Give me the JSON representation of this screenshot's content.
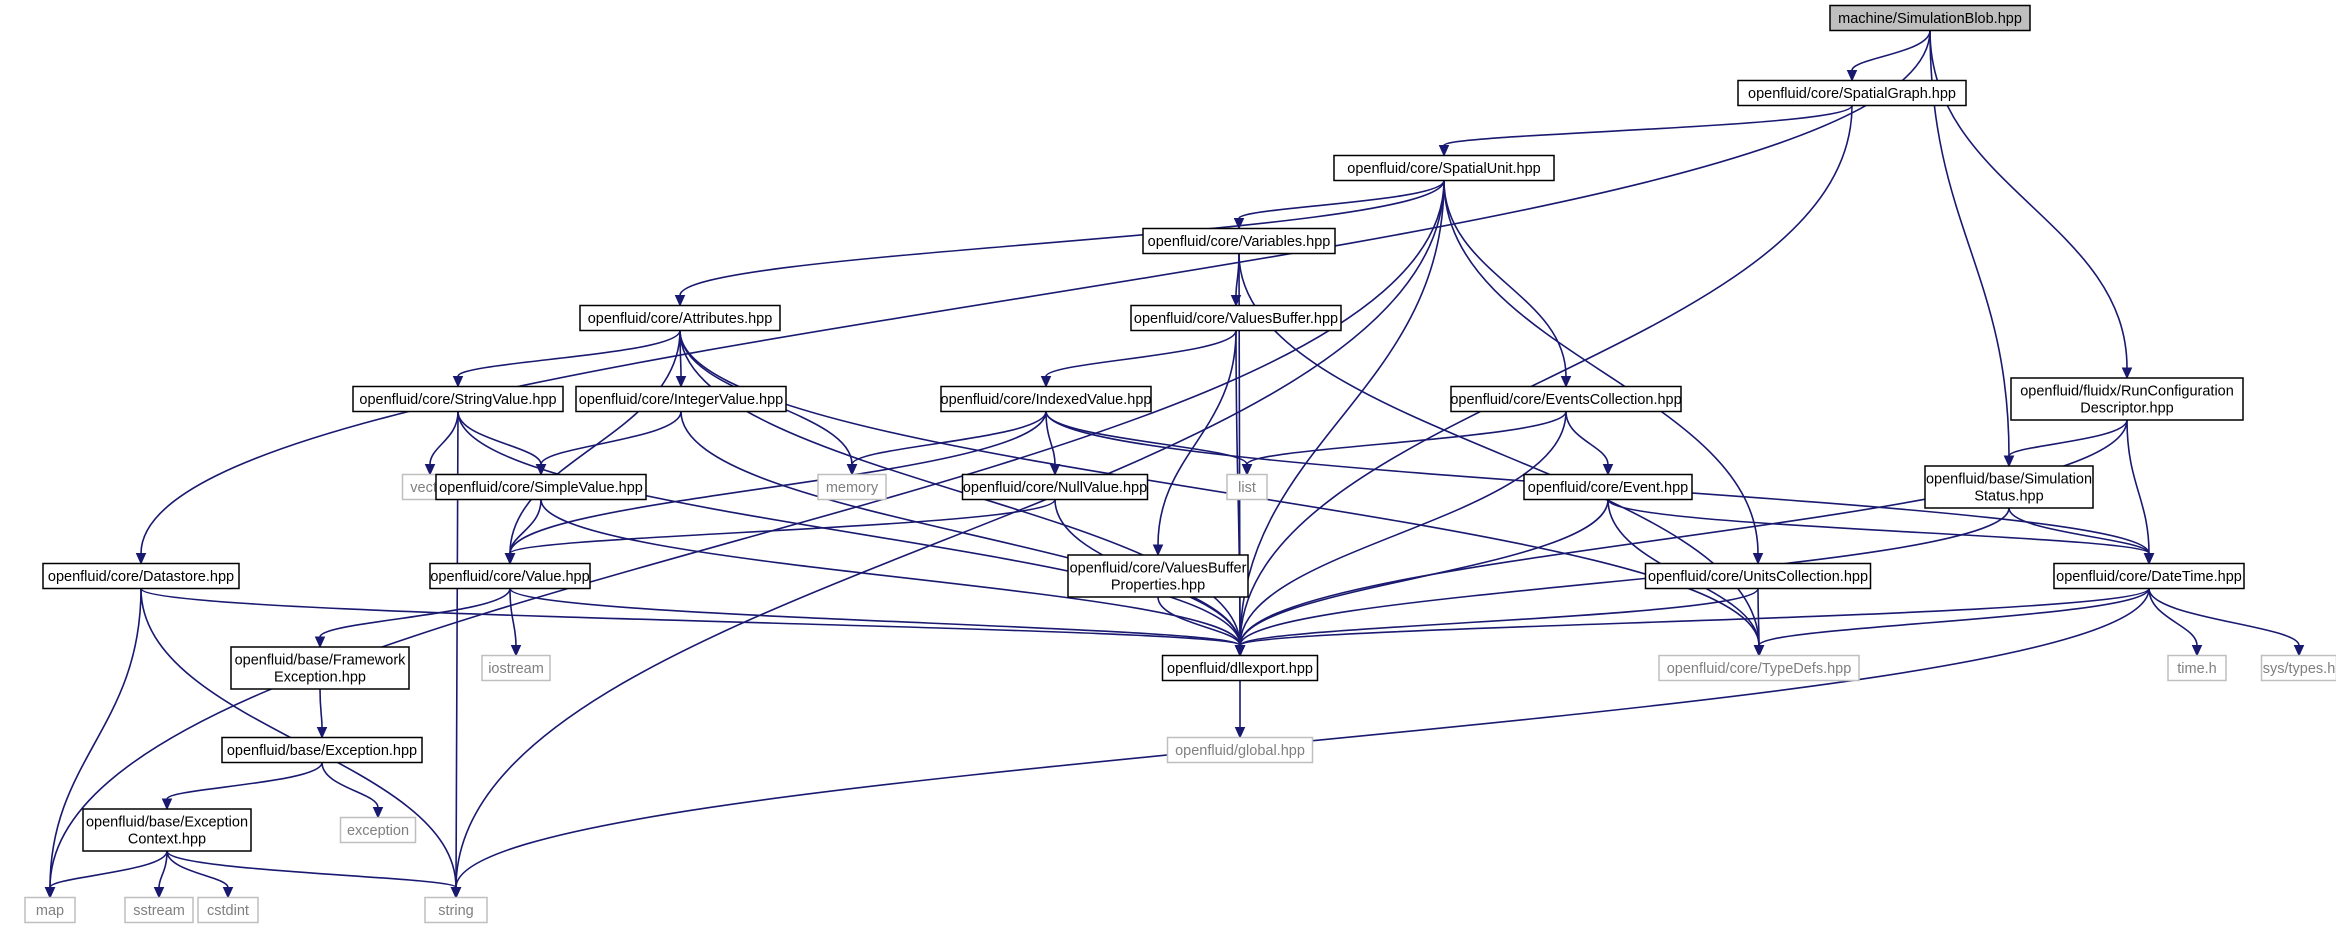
{
  "colors": {
    "edge": "#191970",
    "root_fill": "#bfbfbf",
    "local_border": "#000000",
    "system_border": "#bfbfbf",
    "system_text": "#808080"
  },
  "nodes": [
    {
      "id": "SimulationBlob",
      "lines": [
        "machine/SimulationBlob.hpp"
      ],
      "kind": "root"
    },
    {
      "id": "SpatialGraph",
      "lines": [
        "openfluid/core/SpatialGraph.hpp"
      ],
      "kind": "local"
    },
    {
      "id": "SpatialUnit",
      "lines": [
        "openfluid/core/SpatialUnit.hpp"
      ],
      "kind": "local"
    },
    {
      "id": "Variables",
      "lines": [
        "openfluid/core/Variables.hpp"
      ],
      "kind": "local"
    },
    {
      "id": "Attributes",
      "lines": [
        "openfluid/core/Attributes.hpp"
      ],
      "kind": "local"
    },
    {
      "id": "ValuesBuffer",
      "lines": [
        "openfluid/core/ValuesBuffer.hpp"
      ],
      "kind": "local"
    },
    {
      "id": "StringValue",
      "lines": [
        "openfluid/core/StringValue.hpp"
      ],
      "kind": "local"
    },
    {
      "id": "IntegerValue",
      "lines": [
        "openfluid/core/IntegerValue.hpp"
      ],
      "kind": "local"
    },
    {
      "id": "IndexedValue",
      "lines": [
        "openfluid/core/IndexedValue.hpp"
      ],
      "kind": "local"
    },
    {
      "id": "EventsCollection",
      "lines": [
        "openfluid/core/EventsCollection.hpp"
      ],
      "kind": "local"
    },
    {
      "id": "RunConfig",
      "lines": [
        "openfluid/fluidx/RunConfiguration",
        "Descriptor.hpp"
      ],
      "kind": "local"
    },
    {
      "id": "vector",
      "lines": [
        "vector"
      ],
      "kind": "system"
    },
    {
      "id": "SimpleValue",
      "lines": [
        "openfluid/core/SimpleValue.hpp"
      ],
      "kind": "local"
    },
    {
      "id": "memory",
      "lines": [
        "memory"
      ],
      "kind": "system"
    },
    {
      "id": "NullValue",
      "lines": [
        "openfluid/core/NullValue.hpp"
      ],
      "kind": "local"
    },
    {
      "id": "list",
      "lines": [
        "list"
      ],
      "kind": "system"
    },
    {
      "id": "Event",
      "lines": [
        "openfluid/core/Event.hpp"
      ],
      "kind": "local"
    },
    {
      "id": "SimulationStatus",
      "lines": [
        "openfluid/base/Simulation",
        "Status.hpp"
      ],
      "kind": "local"
    },
    {
      "id": "Datastore",
      "lines": [
        "openfluid/core/Datastore.hpp"
      ],
      "kind": "local"
    },
    {
      "id": "Value",
      "lines": [
        "openfluid/core/Value.hpp"
      ],
      "kind": "local"
    },
    {
      "id": "ValuesBufferProps",
      "lines": [
        "openfluid/core/ValuesBuffer",
        "Properties.hpp"
      ],
      "kind": "local"
    },
    {
      "id": "UnitsCollection",
      "lines": [
        "openfluid/core/UnitsCollection.hpp"
      ],
      "kind": "local"
    },
    {
      "id": "DateTime",
      "lines": [
        "openfluid/core/DateTime.hpp"
      ],
      "kind": "local"
    },
    {
      "id": "FrameworkException",
      "lines": [
        "openfluid/base/Framework",
        "Exception.hpp"
      ],
      "kind": "local"
    },
    {
      "id": "iostream",
      "lines": [
        "iostream"
      ],
      "kind": "system"
    },
    {
      "id": "dllexport",
      "lines": [
        "openfluid/dllexport.hpp"
      ],
      "kind": "local"
    },
    {
      "id": "TypeDefs",
      "lines": [
        "openfluid/core/TypeDefs.hpp"
      ],
      "kind": "system"
    },
    {
      "id": "timeh",
      "lines": [
        "time.h"
      ],
      "kind": "system"
    },
    {
      "id": "systypes",
      "lines": [
        "sys/types.h"
      ],
      "kind": "system"
    },
    {
      "id": "Exception",
      "lines": [
        "openfluid/base/Exception.hpp"
      ],
      "kind": "local"
    },
    {
      "id": "globalhpp",
      "lines": [
        "openfluid/global.hpp"
      ],
      "kind": "system"
    },
    {
      "id": "exception",
      "lines": [
        "exception"
      ],
      "kind": "system"
    },
    {
      "id": "ExceptionContext",
      "lines": [
        "openfluid/base/Exception",
        "Context.hpp"
      ],
      "kind": "local"
    },
    {
      "id": "map",
      "lines": [
        "map"
      ],
      "kind": "system"
    },
    {
      "id": "sstream",
      "lines": [
        "sstream"
      ],
      "kind": "system"
    },
    {
      "id": "cstdint",
      "lines": [
        "cstdint"
      ],
      "kind": "system"
    },
    {
      "id": "string",
      "lines": [
        "string"
      ],
      "kind": "system"
    }
  ],
  "edges": [
    [
      "SimulationBlob",
      "SpatialGraph"
    ],
    [
      "SimulationBlob",
      "Datastore"
    ],
    [
      "SimulationBlob",
      "SimulationStatus"
    ],
    [
      "SimulationBlob",
      "RunConfig"
    ],
    [
      "SpatialGraph",
      "SpatialUnit"
    ],
    [
      "SpatialGraph",
      "dllexport"
    ],
    [
      "SpatialUnit",
      "map"
    ],
    [
      "SpatialUnit",
      "Attributes"
    ],
    [
      "SpatialUnit",
      "Variables"
    ],
    [
      "SpatialUnit",
      "dllexport"
    ],
    [
      "SpatialUnit",
      "EventsCollection"
    ],
    [
      "SpatialUnit",
      "UnitsCollection"
    ],
    [
      "SpatialUnit",
      "string"
    ],
    [
      "Variables",
      "ValuesBuffer"
    ],
    [
      "Variables",
      "dllexport"
    ],
    [
      "Variables",
      "TypeDefs"
    ],
    [
      "Attributes",
      "StringValue"
    ],
    [
      "Attributes",
      "IntegerValue"
    ],
    [
      "Attributes",
      "memory"
    ],
    [
      "Attributes",
      "Value"
    ],
    [
      "Attributes",
      "dllexport"
    ],
    [
      "Attributes",
      "TypeDefs"
    ],
    [
      "ValuesBuffer",
      "IndexedValue"
    ],
    [
      "ValuesBuffer",
      "ValuesBufferProps"
    ],
    [
      "ValuesBuffer",
      "dllexport"
    ],
    [
      "StringValue",
      "vector"
    ],
    [
      "StringValue",
      "SimpleValue"
    ],
    [
      "StringValue",
      "string"
    ],
    [
      "StringValue",
      "dllexport"
    ],
    [
      "IntegerValue",
      "SimpleValue"
    ],
    [
      "IntegerValue",
      "dllexport"
    ],
    [
      "IndexedValue",
      "memory"
    ],
    [
      "IndexedValue",
      "list"
    ],
    [
      "IndexedValue",
      "NullValue"
    ],
    [
      "IndexedValue",
      "Value"
    ],
    [
      "IndexedValue",
      "DateTime"
    ],
    [
      "EventsCollection",
      "list"
    ],
    [
      "EventsCollection",
      "Event"
    ],
    [
      "EventsCollection",
      "dllexport"
    ],
    [
      "RunConfig",
      "SimulationStatus"
    ],
    [
      "RunConfig",
      "DateTime"
    ],
    [
      "RunConfig",
      "dllexport"
    ],
    [
      "SimpleValue",
      "Value"
    ],
    [
      "SimpleValue",
      "dllexport"
    ],
    [
      "NullValue",
      "Value"
    ],
    [
      "NullValue",
      "dllexport"
    ],
    [
      "Event",
      "DateTime"
    ],
    [
      "Event",
      "dllexport"
    ],
    [
      "Event",
      "TypeDefs"
    ],
    [
      "SimulationStatus",
      "DateTime"
    ],
    [
      "SimulationStatus",
      "dllexport"
    ],
    [
      "Datastore",
      "map"
    ],
    [
      "Datastore",
      "string"
    ],
    [
      "Datastore",
      "dllexport"
    ],
    [
      "Value",
      "FrameworkException"
    ],
    [
      "Value",
      "iostream"
    ],
    [
      "Value",
      "dllexport"
    ],
    [
      "ValuesBufferProps",
      "dllexport"
    ],
    [
      "UnitsCollection",
      "dllexport"
    ],
    [
      "UnitsCollection",
      "TypeDefs"
    ],
    [
      "DateTime",
      "dllexport"
    ],
    [
      "DateTime",
      "TypeDefs"
    ],
    [
      "DateTime",
      "timeh"
    ],
    [
      "DateTime",
      "systypes"
    ],
    [
      "DateTime",
      "string"
    ],
    [
      "FrameworkException",
      "Exception"
    ],
    [
      "dllexport",
      "globalhpp"
    ],
    [
      "Exception",
      "exception"
    ],
    [
      "Exception",
      "ExceptionContext"
    ],
    [
      "ExceptionContext",
      "map"
    ],
    [
      "ExceptionContext",
      "sstream"
    ],
    [
      "ExceptionContext",
      "cstdint"
    ],
    [
      "ExceptionContext",
      "string"
    ]
  ]
}
